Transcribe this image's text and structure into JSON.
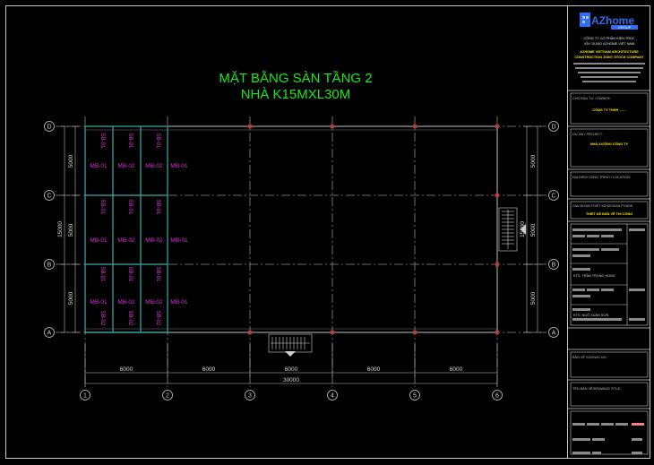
{
  "drawing": {
    "title_line1": "MẶT BẰNG SÀN TẦNG 2",
    "title_line2": "NHÀ K15MXL30M"
  },
  "grid": {
    "rows": [
      "D",
      "C",
      "B",
      "A"
    ],
    "cols": [
      "1",
      "2",
      "3",
      "4",
      "5",
      "6"
    ],
    "left_dims": [
      "5000",
      "5000",
      "5000"
    ],
    "left_total": "15000",
    "right_dims": [
      "5000",
      "5000",
      "5000"
    ],
    "right_total": "15000",
    "bottom_dims": [
      "6000",
      "6000",
      "6000",
      "6000",
      "6000"
    ],
    "bottom_total": "30000"
  },
  "slabs": {
    "mb01": "MB-01",
    "mb02": "MB-02",
    "sb01": "SB-01",
    "sb02": "SB-02"
  },
  "title_block": {
    "logo_name": "AZhome",
    "logo_sub": "GROUP",
    "company_vn_1": "CÔNG TY CỔ PHẦN KIẾN TRÚC",
    "company_vn_2": "XÂY DỰNG AZHOME VIỆT NAM",
    "company_en_1": "AZHOME VIETNAM ARCHITECTURE",
    "company_en_2": "CONSTRUCTION JOINT STOCK COMPANY",
    "owner_label": "CHỦ ĐẦU TƯ / OWNER:",
    "owner_value": "CÔNG TY TNHH .......",
    "project_label": "DỰ ÁN / PROJECT:",
    "project_value": "NHÀ XƯỞNG CÔNG TY",
    "location_label": "ĐỊA ĐIỂM CÔNG TRÌNH / LOCATION:",
    "stage_label": "GIAI ĐOẠN THIẾT KẾ/DESIGN PHASE:",
    "stage_value": "THIẾT KẾ BẢN VẼ THI CÔNG",
    "designer": "KTS. TRẦN TRỌNG HÙNG",
    "checker": "KTS. NGÔ XUÂN SƠN",
    "drawing_no_label": "BẢN VẼ SỐ/DWG NO.",
    "drawing_name_label": "TÊN BẢN VẼ/DRAWING TITLE:"
  },
  "colors": {
    "title_green": "#1be81b",
    "slab_magenta": "#e030e0",
    "grid_gray": "#a5a5a5",
    "beam_teal": "#3fa9a9",
    "axis_dash": "#8c8c8c",
    "logo_blue": "#2f6ff0"
  }
}
